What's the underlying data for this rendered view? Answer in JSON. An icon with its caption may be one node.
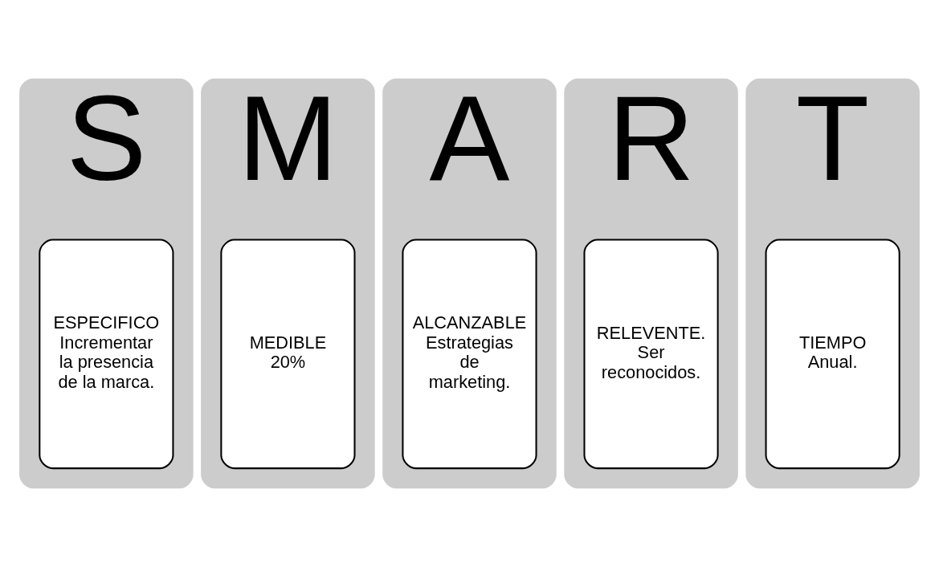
{
  "diagram": {
    "nodes": [
      {
        "text": [
          "S"
        ]
      },
      {
        "text": [
          "ESPECIFICO",
          "Incrementar la presencia de la marca."
        ],
        "in": 0
      },
      {
        "text": [
          "M"
        ]
      },
      {
        "text": [
          "MEDIBLE",
          "20%"
        ],
        "in": 2
      },
      {
        "text": [
          "A"
        ]
      },
      {
        "text": [
          "ALCANZABLE",
          "Estrategias de marketing."
        ],
        "in": 4
      },
      {
        "text": [
          "R"
        ]
      },
      {
        "text": [
          "RELEVENTE.",
          "Ser reconocidos."
        ],
        "in": 6
      },
      {
        "text": [
          "T"
        ]
      },
      {
        "text": [
          "TIEMPO",
          "Anual."
        ],
        "in": 8
      }
    ]
  }
}
